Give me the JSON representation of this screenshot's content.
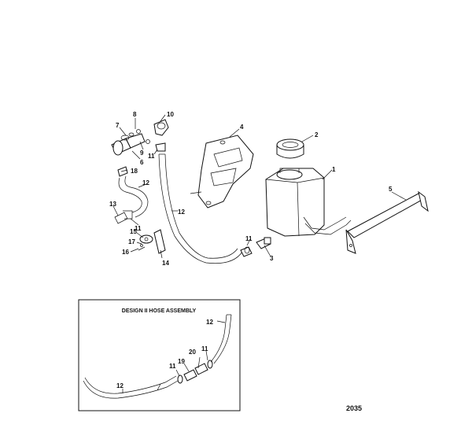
{
  "inset": {
    "title": "DESIGN II HOSE ASSEMBLY"
  },
  "figure_number": "2035",
  "callouts": {
    "c1": "1",
    "c2": "2",
    "c3": "3",
    "c4": "4",
    "c5": "5",
    "c6": "6",
    "c7": "7",
    "c8": "8",
    "c9": "9",
    "c10": "10",
    "c11a": "11",
    "c11b": "11",
    "c11c": "11",
    "c12a": "12",
    "c12b": "12",
    "c13": "13",
    "c14": "14",
    "c15": "15",
    "c16": "16",
    "c17": "17",
    "c18": "18",
    "i12a": "12",
    "i12b": "12",
    "i11a": "11",
    "i11b": "11",
    "i19": "19",
    "i20": "20"
  }
}
